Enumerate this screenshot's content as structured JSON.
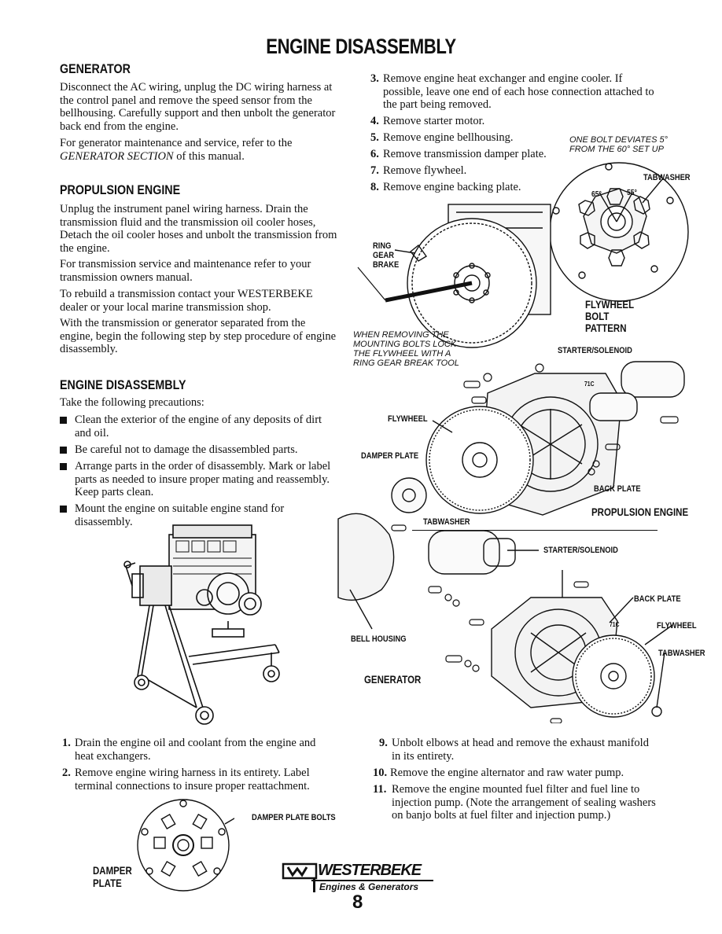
{
  "title": "ENGINE DISASSEMBLY",
  "generator": {
    "heading": "GENERATOR",
    "para1": "Disconnect the AC wiring, unplug the DC wiring harness at the control panel and remove the speed sensor from the bellhousing. Carefully support and then unbolt the generator back end from the engine.",
    "para2_prefix": "For generator maintenance and service, refer to the",
    "para2_italic": "GENERATOR SECTION",
    "para2_suffix": "of this manual."
  },
  "propulsion": {
    "heading": "PROPULSION ENGINE",
    "para1": "Unplug the instrument panel wiring harness. Drain the transmission fluid and the transmission oil cooler hoses, Detach the oil cooler hoses and unbolt the transmission from the engine.",
    "para2": "For transmission service and maintenance refer to your transmission owners manual.",
    "para3": "To rebuild a transmission contact your WESTERBEKE dealer or your local marine transmission shop.",
    "para4": "With the transmission or generator separated from the engine, begin the following step by step procedure of engine disassembly."
  },
  "engine_disassembly": {
    "heading": "ENGINE DISASSEMBLY",
    "intro": "Take the following precautions:",
    "bullets": [
      "Clean the exterior of the engine of any deposits of dirt and oil.",
      "Be careful not to damage the disassembled parts.",
      "Arrange parts in the order of disassembly. Mark or label parts as needed to insure proper mating and reassembly. Keep parts clean.",
      "Mount the engine on suitable engine stand for disassembly."
    ]
  },
  "steps_left": [
    {
      "n": "1.",
      "text": "Drain the engine oil and coolant from the engine and heat exchangers."
    },
    {
      "n": "2.",
      "text": "Remove engine wiring harness in its entirety. Label terminal connections to insure proper reattachment."
    }
  ],
  "steps_right_top": [
    {
      "n": "3.",
      "text": "Remove engine heat exchanger and engine cooler. If possible, leave one end of each hose connection attached to the part being removed."
    },
    {
      "n": "4.",
      "text": "Remove starter motor."
    },
    {
      "n": "5.",
      "text": "Remove engine bellhousing."
    },
    {
      "n": "6.",
      "text": "Remove transmission damper plate."
    },
    {
      "n": "7.",
      "text": "Remove flywheel."
    },
    {
      "n": "8.",
      "text": "Remove engine backing plate."
    }
  ],
  "steps_right_bottom": [
    {
      "n": "9.",
      "text": "Unbolt elbows at head and remove the exhaust manifold in its entirety."
    },
    {
      "n": "10.",
      "text": "Remove the engine alternator and raw water pump."
    },
    {
      "n": "11.",
      "text": "Remove the engine mounted fuel filter and fuel line to injection pump. (Note the arrangement of sealing washers on banjo bolts at fuel filter and injection pump.)"
    }
  ],
  "figure_labels": {
    "bolt_note": "ONE BOLT DEVIATES 5° FROM THE 60° SET UP",
    "tabwasher": "TABWASHER",
    "angle_65": "65°",
    "angle_55": "55°",
    "flywheel_bolt_pattern": "FLYWHEEL BOLT PATTERN",
    "ring_gear_brake": "RING GEAR BRAKE",
    "removing_note": "WHEN REMOVING THE MOUNTING BOLTS LOCK THE FLYWHEEL WITH A RING GEAR BREAK TOOL",
    "starter_solenoid": "STARTER/SOLENOID",
    "part_71c": "71C",
    "flywheel": "FLYWHEEL",
    "damper_plate": "DAMPER PLATE",
    "back_plate": "BACK PLATE",
    "propulsion_engine": "PROPULSION ENGINE",
    "bell_housing": "BELL HOUSING",
    "generator": "GENERATOR",
    "damper_plate_bolts": "DAMPER PLATE BOLTS"
  },
  "footer": {
    "brand": "WESTERBEKE",
    "tagline": "Engines & Generators",
    "page": "8"
  }
}
